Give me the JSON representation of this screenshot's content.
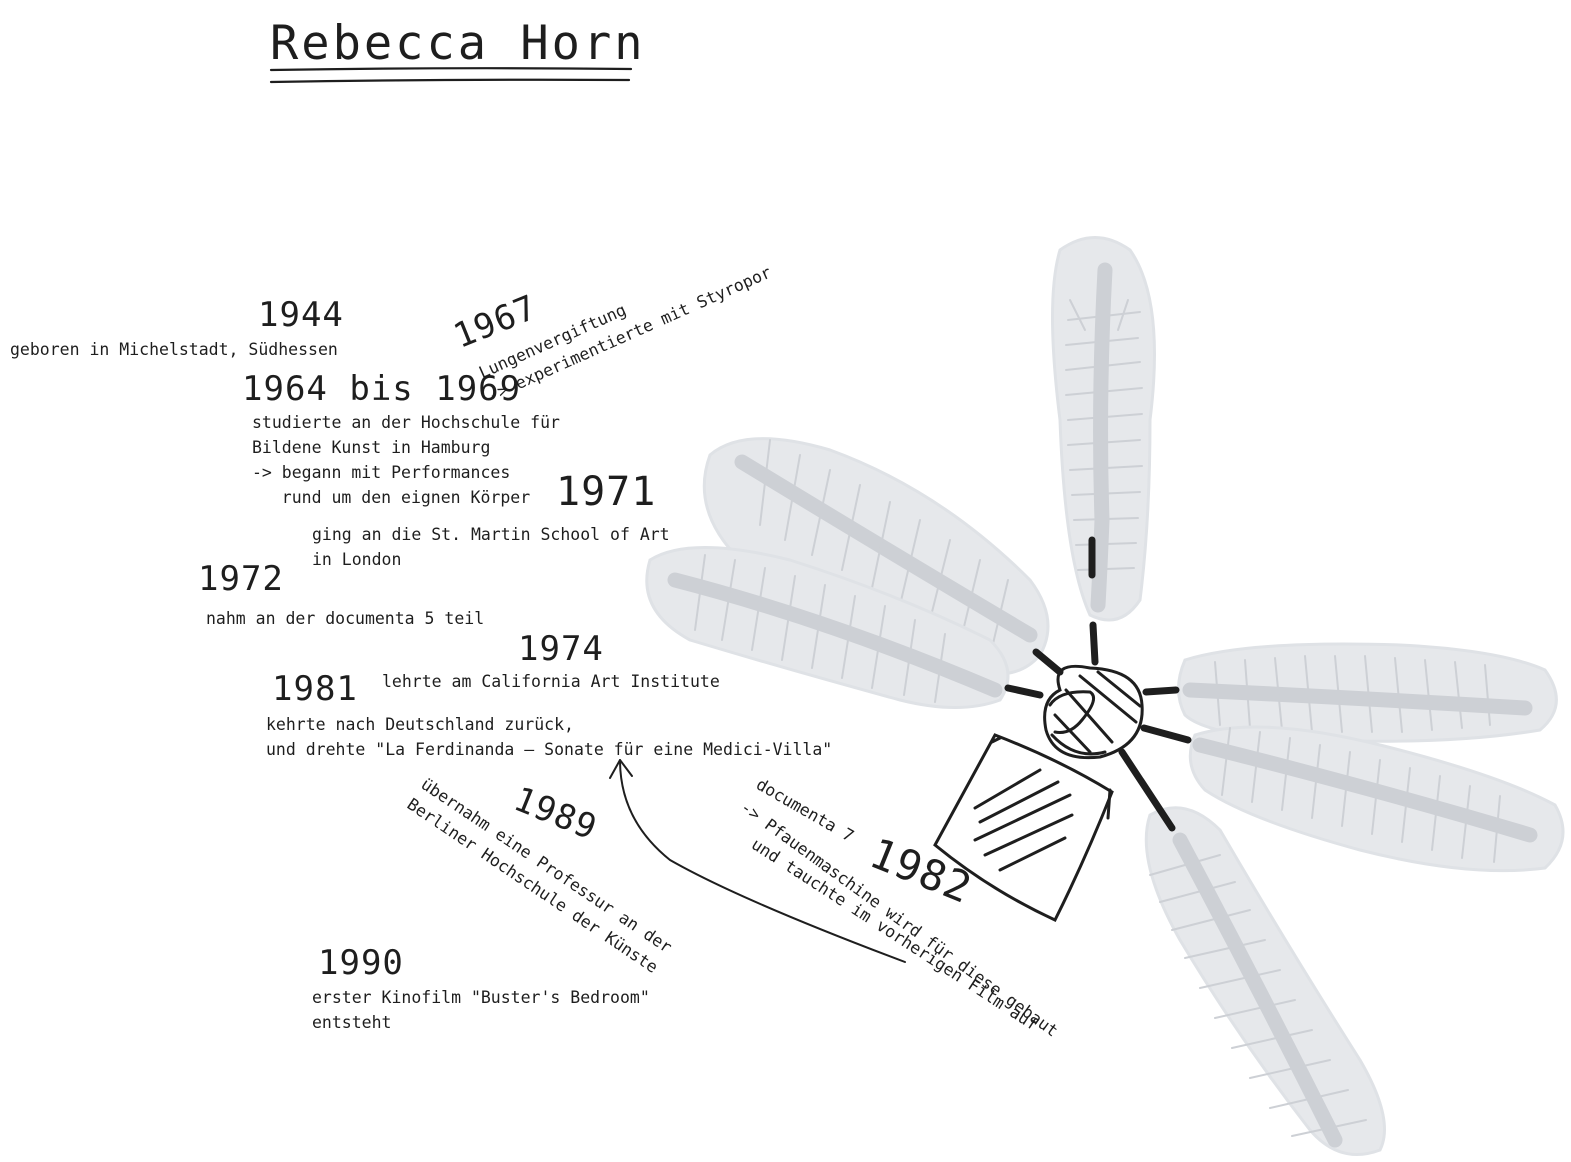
{
  "title": "Rebecca Horn",
  "colors": {
    "ink": "#1e1e1e",
    "feather_fill": "#e6e8eb",
    "feather_stroke": "#cdd0d5"
  },
  "entries": {
    "e1944": {
      "year": "1944",
      "lines": [
        "geboren in Michelstadt, Südhessen"
      ]
    },
    "e1964": {
      "year": "1964 bis 1969",
      "lines": [
        "studierte an der Hochschule für",
        "Bildene Kunst in Hamburg",
        "-> begann mit Performances",
        "   rund um den eignen Körper"
      ]
    },
    "e1967": {
      "year": "1967",
      "lines": [
        "Lungenvergiftung",
        "-> experimentierte mit Styropor"
      ]
    },
    "e1971": {
      "year": "1971",
      "lines": [
        "ging an die St. Martin School of Art",
        "in London"
      ]
    },
    "e1972": {
      "year": "1972",
      "lines": [
        "nahm an der documenta 5 teil"
      ]
    },
    "e1974": {
      "year": "1974",
      "lines": [
        "lehrte am California Art Institute"
      ]
    },
    "e1981": {
      "year": "1981",
      "lines": [
        "kehrte nach Deutschland zurück,",
        "und drehte \"La Ferdinanda – Sonate für eine Medici-Villa\""
      ]
    },
    "e1982": {
      "year": "1982",
      "lines": [
        "documenta 7",
        "-> Pfauenmaschine wird für diese gebaut",
        "und tauchte im vorherigen Film auf"
      ]
    },
    "e1989": {
      "year": "1989",
      "lines": [
        "übernahm eine Professur an der",
        "Berliner Hochschule der Künste"
      ]
    },
    "e1990": {
      "year": "1990",
      "lines": [
        "erster Kinofilm \"Buster's Bedroom\"",
        "entsteht"
      ]
    }
  },
  "illustration": {
    "subject": "peacock-machine-icon"
  }
}
